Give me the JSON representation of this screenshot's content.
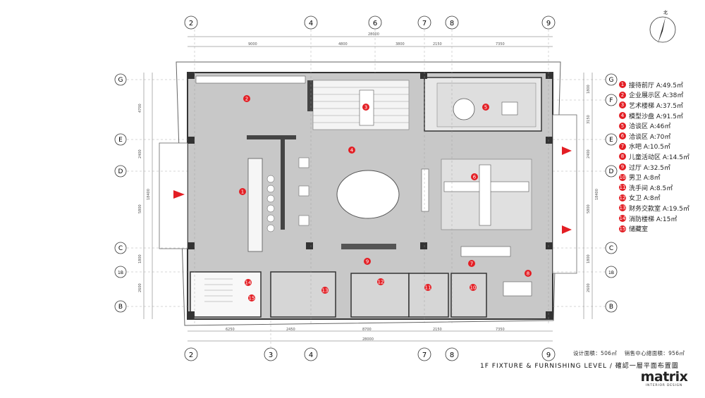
{
  "north_label": "北",
  "grid_columns_top": [
    "2",
    "4",
    "6",
    "7",
    "8",
    "9"
  ],
  "grid_columns_bottom": [
    "2",
    "3",
    "4",
    "7",
    "8",
    "9"
  ],
  "grid_rows_left": [
    "G",
    "E",
    "D",
    "C",
    "1B",
    "B"
  ],
  "grid_rows_right": [
    "G",
    "F",
    "E",
    "D",
    "C",
    "1B",
    "B"
  ],
  "dims_top": [
    "28000",
    "9000",
    "4800",
    "3800",
    "2150",
    "7350"
  ],
  "dims_bottom": [
    "6250",
    "2450",
    "8700",
    "2150",
    "7350",
    "28000"
  ],
  "dims_left": [
    "4700",
    "2400",
    "5800",
    "1800",
    "2600",
    "18400"
  ],
  "dims_right": [
    "1800",
    "3150",
    "2400",
    "5800",
    "1800",
    "2600",
    "18400"
  ],
  "room_markers": [
    "1",
    "2",
    "3",
    "4",
    "5",
    "6",
    "7",
    "8",
    "9",
    "10",
    "11",
    "12",
    "13",
    "14",
    "15"
  ],
  "legend": [
    {
      "num": "1",
      "text": "接待前厅 A:49.5㎡"
    },
    {
      "num": "2",
      "text": "企业展示区 A:38㎡"
    },
    {
      "num": "3",
      "text": "艺术楼梯 A:37.5㎡"
    },
    {
      "num": "4",
      "text": "模型沙盘 A:91.5㎡"
    },
    {
      "num": "5",
      "text": "洽谈区 A:46㎡"
    },
    {
      "num": "6",
      "text": "洽谈区 A:70㎡"
    },
    {
      "num": "7",
      "text": "水吧 A:10.5㎡"
    },
    {
      "num": "8",
      "text": "儿童活动区 A:14.5㎡"
    },
    {
      "num": "9",
      "text": "过厅 A:32.5㎡"
    },
    {
      "num": "10",
      "text": "男卫 A:8㎡"
    },
    {
      "num": "11",
      "text": "洗手间 A:8.5㎡"
    },
    {
      "num": "12",
      "text": "女卫 A:8㎡"
    },
    {
      "num": "13",
      "text": "财务交款室 A:19.5㎡"
    },
    {
      "num": "14",
      "text": "消防楼梯 A:15㎡"
    },
    {
      "num": "15",
      "text": "储藏室"
    }
  ],
  "area_design": "设计面積：506㎡",
  "area_total": "销售中心總面積：956㎡",
  "title": "1F FIXTURE & FURNISHING LEVEL / 確認一層平面布置圖",
  "logo": "matrix",
  "logo_sub": "INTERIOR DESIGN",
  "colors": {
    "marker": "#e31e24",
    "floor": "#c8c8c8",
    "wall": "#333333"
  }
}
